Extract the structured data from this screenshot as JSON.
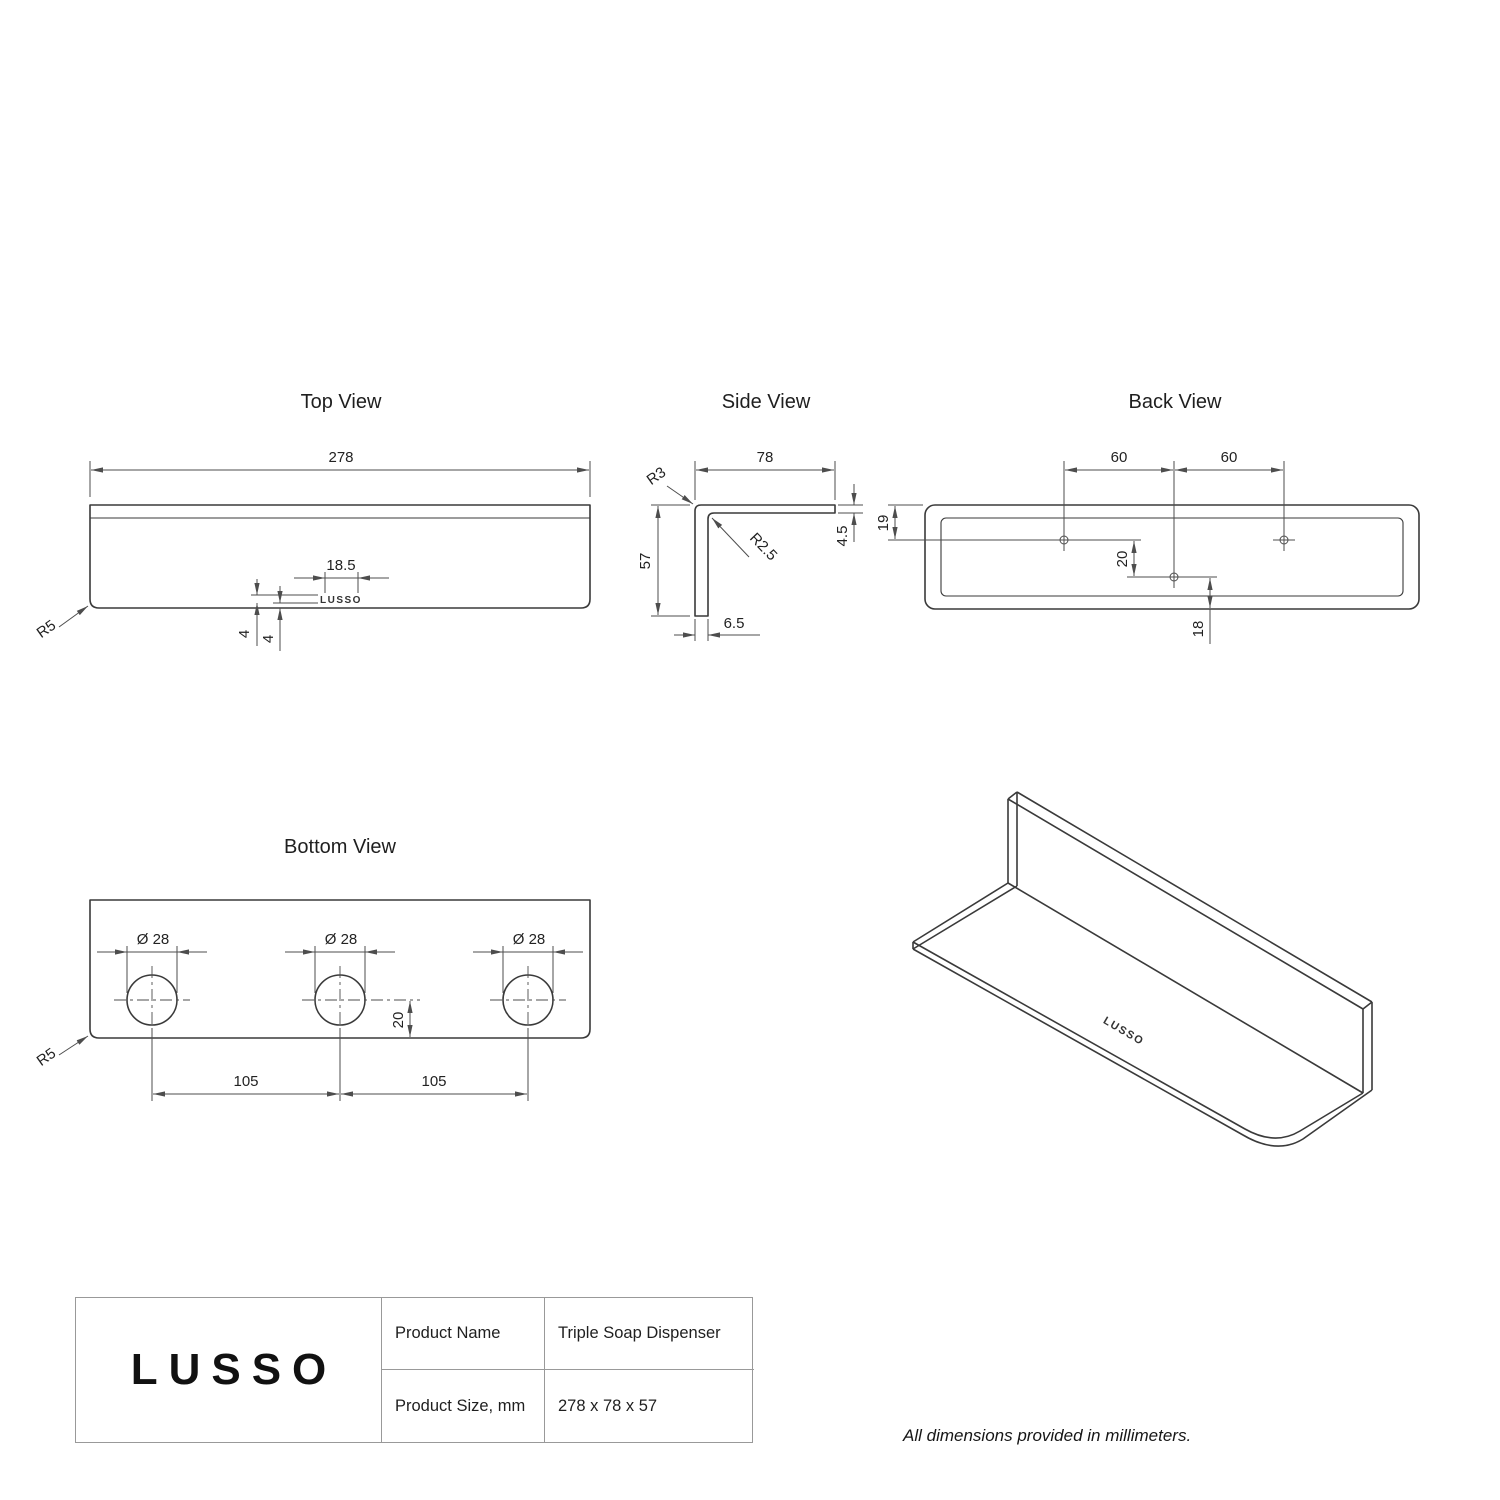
{
  "views": {
    "top": {
      "title": "Top View",
      "logo": "LUSSO",
      "dims": {
        "width": "278",
        "logo_width": "18.5",
        "logo_h1": "4",
        "logo_h2": "4",
        "corner_radius": "R5"
      }
    },
    "side": {
      "title": "Side View",
      "dims": {
        "depth": "78",
        "outer_radius": "R3",
        "inner_radius": "R2.5",
        "height": "57",
        "shelf_thickness": "4.5",
        "wall_thickness": "6.5"
      }
    },
    "back": {
      "title": "Back View",
      "dims": {
        "hole_span_left": "60",
        "hole_span_right": "60",
        "top_to_holes": "19",
        "holes_to_center": "20",
        "center_to_bottom": "18"
      }
    },
    "bottom": {
      "title": "Bottom View",
      "dims": {
        "hole_dia_1": "Ø 28",
        "hole_dia_2": "Ø 28",
        "hole_dia_3": "Ø 28",
        "pitch_left": "105",
        "pitch_right": "105",
        "center_offset": "20",
        "corner_radius": "R5"
      }
    },
    "iso": {
      "logo": "LUSSO"
    }
  },
  "title_block": {
    "brand": "LUSSO",
    "rows": [
      {
        "label": "Product Name",
        "value": "Triple Soap Dispenser"
      },
      {
        "label": "Product Size, mm",
        "value": "278 x 78 x 57"
      }
    ]
  },
  "note": "All dimensions provided in millimeters."
}
